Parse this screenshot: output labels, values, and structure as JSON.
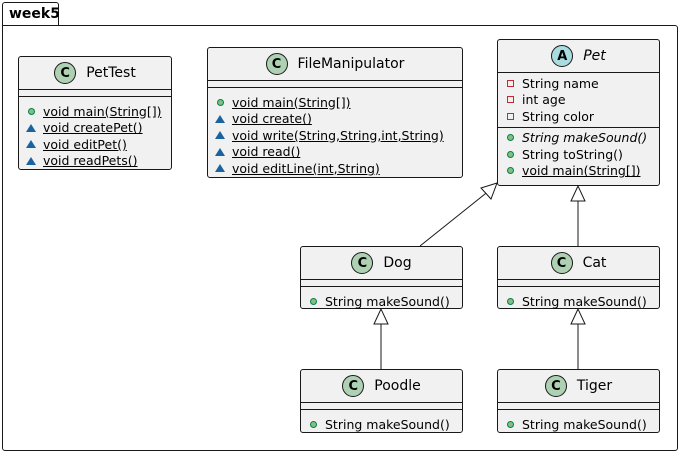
{
  "package": {
    "name": "week5"
  },
  "classes": [
    {
      "id": "pettest",
      "name": "PetTest",
      "badge": "C",
      "abstract": false,
      "fields": [],
      "methods": [
        {
          "vis": "public",
          "text": "void main(String[])",
          "underline": true
        },
        {
          "vis": "package",
          "text": "void createPet()",
          "underline": true
        },
        {
          "vis": "package",
          "text": "void editPet()",
          "underline": true
        },
        {
          "vis": "package",
          "text": "void readPets()",
          "underline": true
        }
      ]
    },
    {
      "id": "filemanipulator",
      "name": "FileManipulator",
      "badge": "C",
      "abstract": false,
      "fields": [],
      "methods": [
        {
          "vis": "public",
          "text": "void main(String[])",
          "underline": true
        },
        {
          "vis": "package",
          "text": "void create()",
          "underline": true
        },
        {
          "vis": "package",
          "text": "void write(String,String,int,String)",
          "underline": true
        },
        {
          "vis": "package",
          "text": "void read()",
          "underline": true
        },
        {
          "vis": "package",
          "text": "void editLine(int,String)",
          "underline": true
        }
      ]
    },
    {
      "id": "pet",
      "name": "Pet",
      "badge": "A",
      "abstract": true,
      "fields": [
        {
          "vis": "private",
          "text": "String name"
        },
        {
          "vis": "private",
          "text": "int age"
        },
        {
          "vis": "private",
          "text": "String color"
        }
      ],
      "methods": [
        {
          "vis": "public",
          "text": "String makeSound()",
          "italic": true
        },
        {
          "vis": "public",
          "text": "String toString()"
        },
        {
          "vis": "public",
          "text": "void main(String[])",
          "underline": true
        }
      ]
    },
    {
      "id": "dog",
      "name": "Dog",
      "badge": "C",
      "abstract": false,
      "fields": [],
      "methods": [
        {
          "vis": "public",
          "text": "String makeSound()"
        }
      ]
    },
    {
      "id": "cat",
      "name": "Cat",
      "badge": "C",
      "abstract": false,
      "fields": [],
      "methods": [
        {
          "vis": "public",
          "text": "String makeSound()"
        }
      ]
    },
    {
      "id": "poodle",
      "name": "Poodle",
      "badge": "C",
      "abstract": false,
      "fields": [],
      "methods": [
        {
          "vis": "public",
          "text": "String makeSound()"
        }
      ]
    },
    {
      "id": "tiger",
      "name": "Tiger",
      "badge": "C",
      "abstract": false,
      "fields": [],
      "methods": [
        {
          "vis": "public",
          "text": "String makeSound()"
        }
      ]
    }
  ],
  "relations": [
    {
      "type": "inheritance",
      "from": "dog",
      "to": "pet"
    },
    {
      "type": "inheritance",
      "from": "cat",
      "to": "pet"
    },
    {
      "type": "inheritance",
      "from": "poodle",
      "to": "dog"
    },
    {
      "type": "inheritance",
      "from": "tiger",
      "to": "cat"
    }
  ]
}
